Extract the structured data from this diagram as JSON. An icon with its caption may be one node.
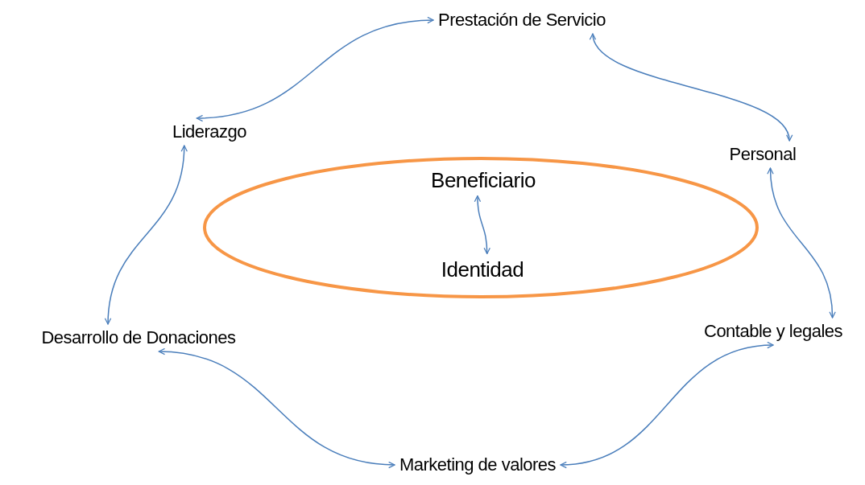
{
  "diagram": {
    "nodes": [
      {
        "text": [
          "Prestación de Servicio"
        ]
      },
      {
        "text": [
          "Liderazgo"
        ]
      },
      {
        "text": [
          "Personal"
        ]
      },
      {
        "text": [],
        "shape": "ellipse"
      },
      {
        "text": [
          "Beneficiario"
        ],
        "in": 3
      },
      {
        "text": [
          "Identidad"
        ],
        "in": 3
      },
      {
        "text": [
          "Desarrollo de Donaciones"
        ]
      },
      {
        "text": [
          "Contable y legales"
        ]
      },
      {
        "text": [
          "Marketing de valores"
        ]
      }
    ],
    "edges": [
      {
        "from": 1,
        "to": 0,
        "arrow": "both"
      },
      {
        "from": 0,
        "to": 2,
        "arrow": "both"
      },
      {
        "from": 2,
        "to": 7,
        "arrow": "both"
      },
      {
        "from": 7,
        "to": 8,
        "arrow": "both"
      },
      {
        "from": 8,
        "to": 6,
        "arrow": "both"
      },
      {
        "from": 6,
        "to": 1,
        "arrow": "both"
      },
      {
        "from": 4,
        "to": 5,
        "arrow": "both"
      }
    ]
  }
}
